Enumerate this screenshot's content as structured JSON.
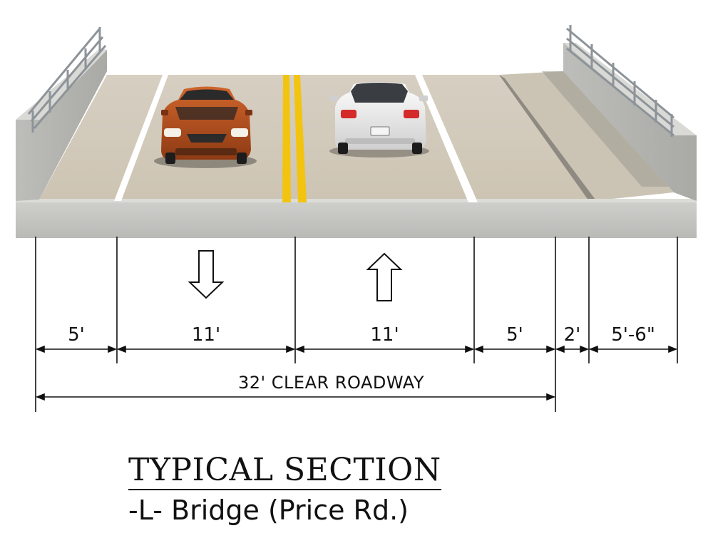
{
  "title": "TYPICAL SECTION",
  "subtitle": "-L- Bridge (Price Rd.)",
  "dimensions": [
    {
      "label": "5'",
      "feet": 5
    },
    {
      "label": "11'",
      "feet": 11
    },
    {
      "label": "11'",
      "feet": 11
    },
    {
      "label": "5'",
      "feet": 5
    },
    {
      "label": "2'",
      "feet": 2
    },
    {
      "label": "5'-6\"",
      "feet": 5.5
    }
  ],
  "clear_roadway": {
    "label": "32' CLEAR ROADWAY",
    "feet": 32
  },
  "lanes": [
    {
      "direction": "down"
    },
    {
      "direction": "up"
    }
  ],
  "colors": {
    "concrete": "#c9c9c5",
    "deck": "#d8cfbf",
    "lane_stripe": "#ffffff",
    "centerline": "#f2c40f",
    "car_left": "#b9501f",
    "car_right": "#ececec"
  }
}
